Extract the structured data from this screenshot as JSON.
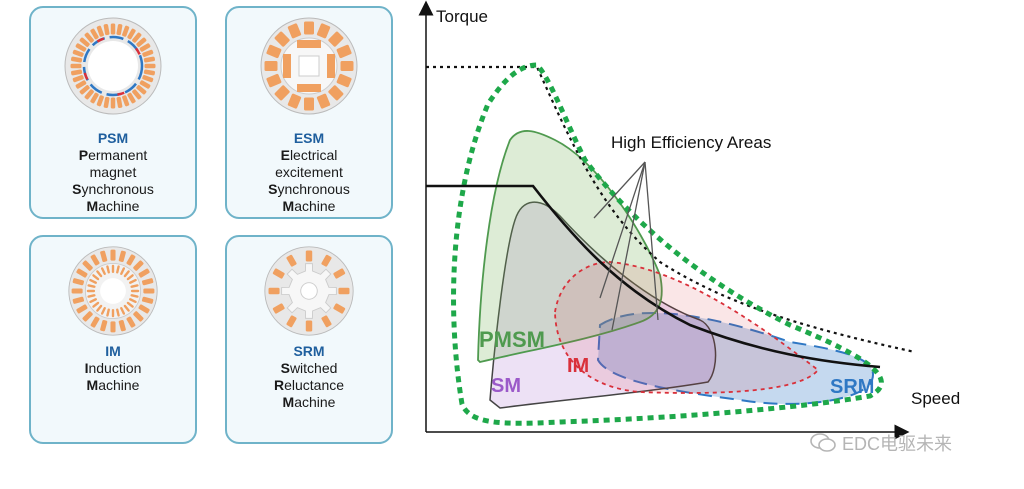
{
  "cards": {
    "psm": {
      "abbr": "PSM",
      "lines": [
        [
          "P",
          "ermanent"
        ],
        [
          "",
          "magnet"
        ],
        [
          "S",
          "ynchronous"
        ],
        [
          "M",
          "achine"
        ]
      ]
    },
    "esm": {
      "abbr": "ESM",
      "lines": [
        [
          "E",
          "lectrical"
        ],
        [
          "",
          "excitement"
        ],
        [
          "S",
          "ynchronous"
        ],
        [
          "M",
          "achine"
        ]
      ]
    },
    "im": {
      "abbr": "IM",
      "lines": [
        [
          "I",
          "nduction"
        ],
        [
          "M",
          "achine"
        ]
      ]
    },
    "srm": {
      "abbr": "SRM",
      "lines": [
        [
          "S",
          "witched"
        ],
        [
          "R",
          "eluctance"
        ],
        [
          "M",
          "achine"
        ]
      ]
    }
  },
  "chart": {
    "y_axis_label": "Torque",
    "x_axis_label": "Speed",
    "annotation": "High Efficiency Areas",
    "regions": {
      "pmsm": "PMSM",
      "sm": "SM",
      "im": "IM",
      "srm": "SRM"
    }
  },
  "colors": {
    "card_border": "#6fb3c9",
    "card_fill": "#f2f9fc",
    "abbr": "#1f5f9e",
    "copper": "#f0a060",
    "pmsm": "#4f9a4f",
    "sm": "#9b59c9",
    "im": "#d9303a",
    "srm": "#2f78c4",
    "envelope": "#1ea84a"
  },
  "watermark": {
    "text": "EDC电驱未来"
  }
}
